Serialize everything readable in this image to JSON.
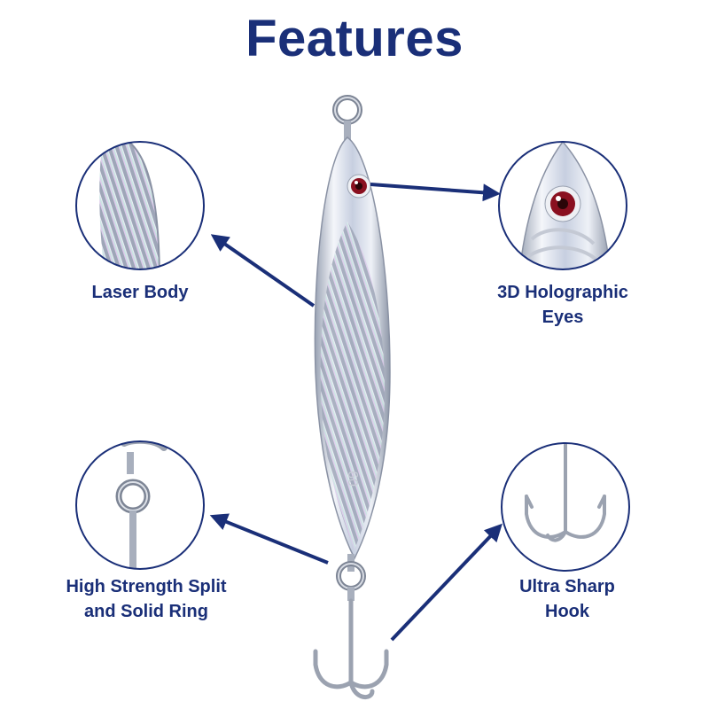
{
  "title": "Features",
  "features": [
    {
      "label": "Laser Body",
      "icon": "laser-body-icon"
    },
    {
      "label_line1": "3D Holographic",
      "label_line2": "Eyes",
      "icon": "holographic-eye-icon"
    },
    {
      "label_line1": "High Strength Split",
      "label_line2": "and Solid Ring",
      "icon": "split-ring-icon"
    },
    {
      "label_line1": "Ultra Sharp",
      "label_line2": "Hook",
      "icon": "treble-hook-icon"
    }
  ],
  "body_text": "60",
  "colors": {
    "brand": "#1a2f78",
    "eye": "#8a1020"
  }
}
